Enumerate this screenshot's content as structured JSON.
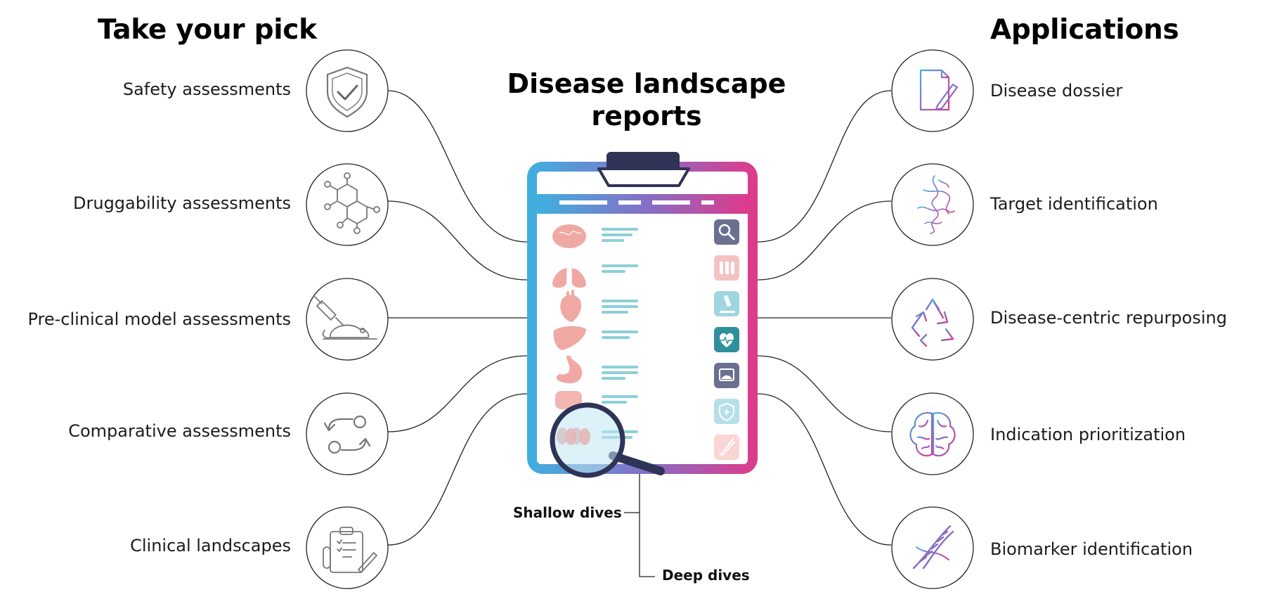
{
  "headings": {
    "left": "Take your pick",
    "right": "Applications",
    "center": "Disease landscape reports"
  },
  "left_items": [
    {
      "label": "Safety assessments",
      "icon": "shield-check-icon"
    },
    {
      "label": "Druggability assessments",
      "icon": "molecule-icon"
    },
    {
      "label": "Pre-clinical model assessments",
      "icon": "syringe-mouse-icon"
    },
    {
      "label": "Comparative assessments",
      "icon": "compare-cycle-icon"
    },
    {
      "label": "Clinical landscapes",
      "icon": "clipboard-test-tube-icon"
    }
  ],
  "right_items": [
    {
      "label": "Disease dossier",
      "icon": "document-pen-icon"
    },
    {
      "label": "Target identification",
      "icon": "protein-structure-icon"
    },
    {
      "label": "Disease-centric repurposing",
      "icon": "recycle-icon"
    },
    {
      "label": "Indication prioritization",
      "icon": "brain-icon"
    },
    {
      "label": "Biomarker identification",
      "icon": "dna-helix-icon"
    }
  ],
  "dives": {
    "shallow": "Shallow dives",
    "deep": "Deep dives"
  },
  "colors": {
    "gradient_start": "#3fb0e0",
    "gradient_end": "#e03a8a",
    "clip": "#2f3356",
    "organ": "#f0a8a4",
    "text_lines": "#8ccfd8",
    "connector": "#222222"
  }
}
